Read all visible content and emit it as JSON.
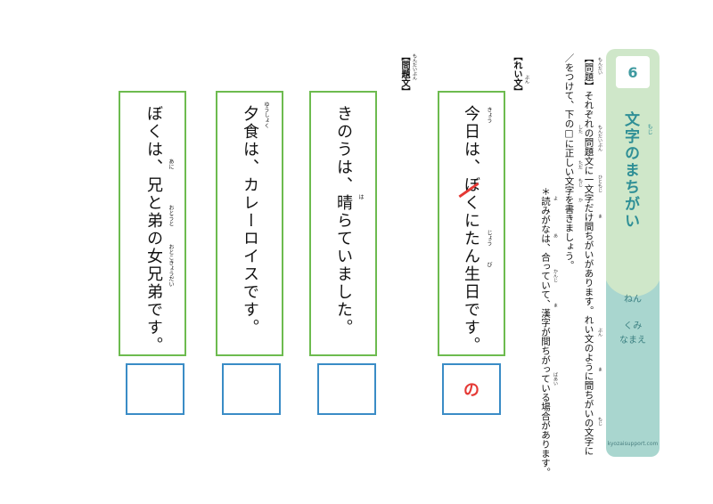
{
  "side": {
    "number": "6",
    "title": "文字のまちがい",
    "title_ruby": "もじ",
    "nen": "ねん",
    "kumi": "くみ",
    "namae": "なまえ",
    "site": "kyozaisupport.com"
  },
  "instructions": {
    "line1": "【問題】それぞれの問題文に一文字だけ間ちがいがあります。れい文のように間ちがいの文字に",
    "line2": "／をつけて、下の□に正しい文字を書きましょう。",
    "note": "＊読みがなは、合っていて、漢字が間ちがっている場合があります。",
    "ruby_line1": [
      "もんだい",
      "もんだいぶん",
      "ひともじ",
      "ま",
      "ぶん",
      "ま",
      "もじ"
    ],
    "ruby_line2": [
      "した",
      "ただ",
      "もじ",
      "か"
    ],
    "ruby_note": [
      "よ",
      "あ",
      "かんじ",
      "ま",
      "ばあい"
    ]
  },
  "labels": {
    "rei": "【れい文】",
    "rei_ruby": "ぶん",
    "mondai": "【問題文】",
    "mondai_ruby": "もんだいぶん"
  },
  "cards": [
    {
      "text": "今日は、ぼくにたん生日です。",
      "ruby": [
        "きょう",
        "じょう",
        "び"
      ],
      "answer": "の"
    },
    {
      "text": "きのうは、晴らていました。",
      "ruby": [
        "は"
      ],
      "answer": ""
    },
    {
      "text": "夕食は、カレーロイスです。",
      "ruby": [
        "ゆうしょく"
      ],
      "answer": ""
    },
    {
      "text": "ぼくは、兄と弟の女兄弟です。",
      "ruby": [
        "あに",
        "おとうと",
        "おとこきょうだい"
      ],
      "answer": ""
    }
  ],
  "colors": {
    "card_border": "#6dbb4f",
    "answer_border": "#3a8cc6",
    "answer_text": "#e53935",
    "accent": "#2f8f96"
  }
}
